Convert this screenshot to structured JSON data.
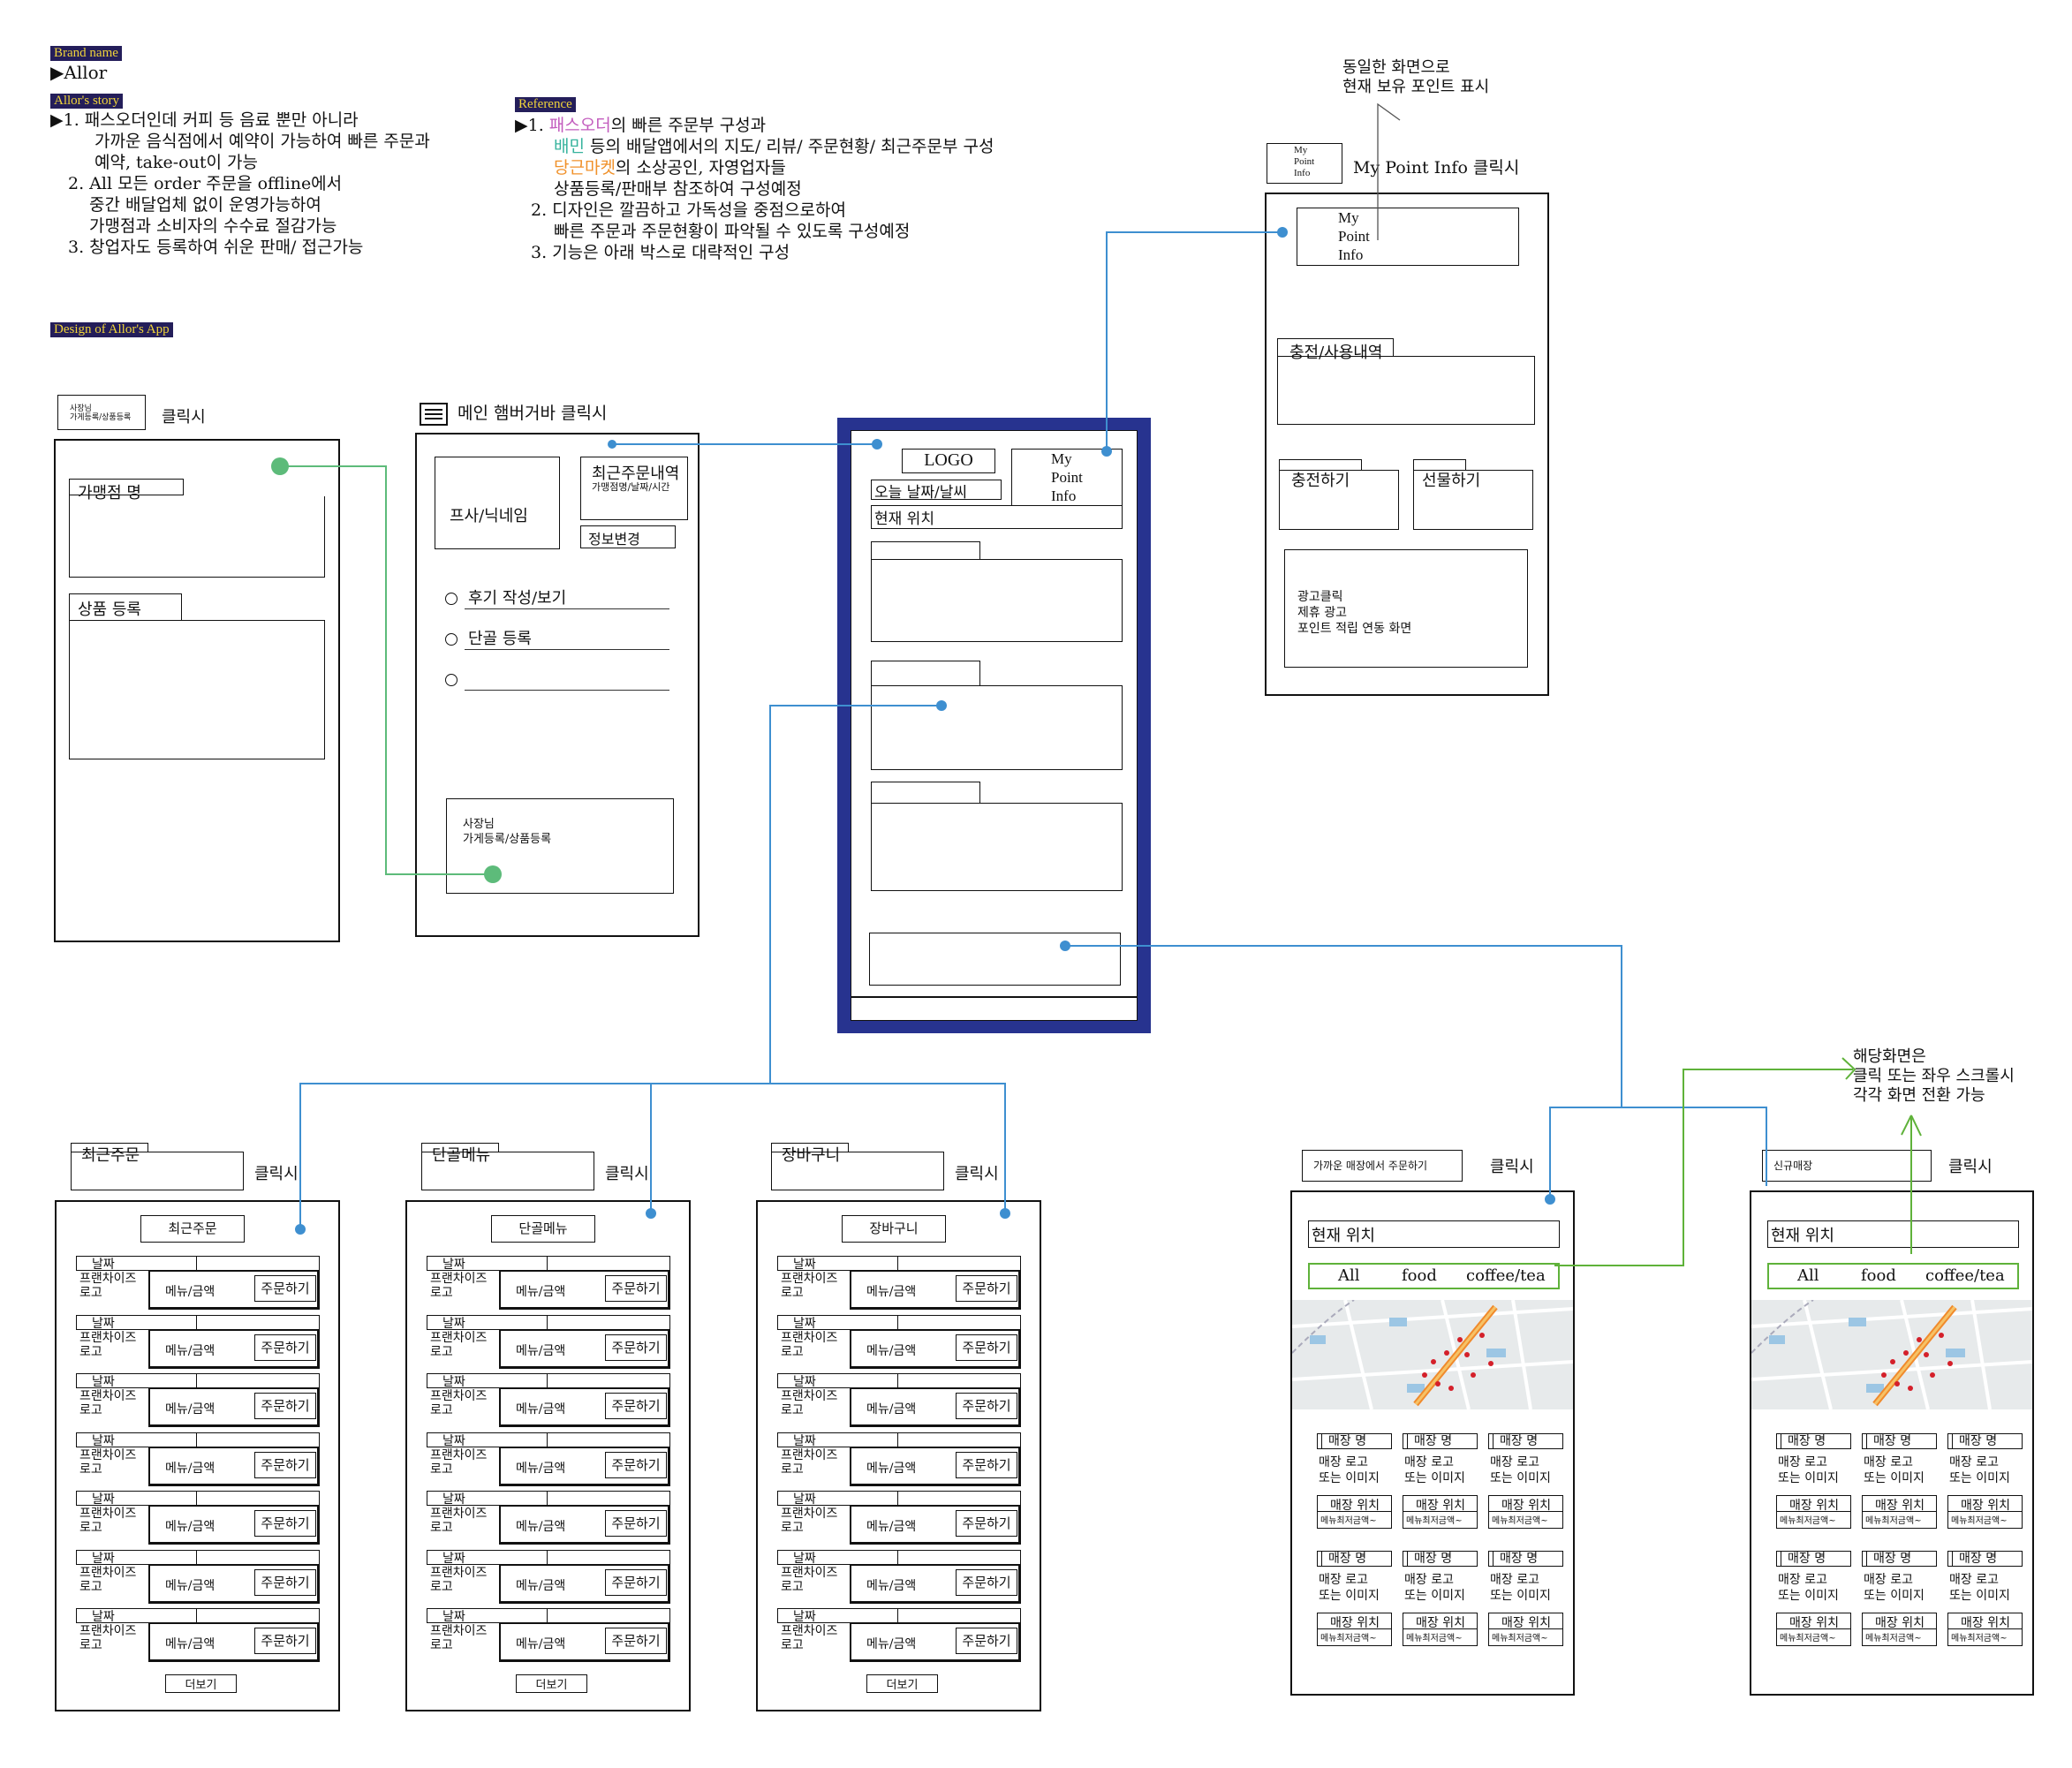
{
  "header": {
    "brand_tag": "Brand name",
    "brand_value": "▶Allor",
    "story_tag": "Allor's story",
    "story_lines": [
      "▶1. 패스오더인데 커피 등 음료 뿐만 아니라",
      "가까운 음식점에서 예약이 가능하여 빠른 주문과",
      "예약, take-out이 가능",
      "2. All 모든 order 주문을 offline에서",
      "중간 배달업체 없이 운영가능하여",
      "가맹점과 소비자의 수수료 절감가능",
      "3. 창업자도 등록하여 쉬운 판매/ 접근가능"
    ],
    "reference_tag": "Reference",
    "ref_line1_prefix": "▶1. ",
    "ref_line1_brand": "패스오더",
    "ref_line1_rest": "의 빠른 주문부 구성과",
    "ref_line2_brand": "배민",
    "ref_line2_rest": " 등의 배달앱에서의 지도/ 리뷰/ 주문현황/ 최근주문부 구성",
    "ref_line3_brand": "당근마켓",
    "ref_line3_rest": "의 소상공인, 자영업자들",
    "ref_line4": "상품등록/판매부 참조하여 구성예정",
    "ref_line5": "2. 디자인은 깔끔하고 가독성을 중점으로하여",
    "ref_line6": "빠른 주문과 주문현황이 파악될 수 있도록 구성예정",
    "ref_line7": "3. 기능은 아래 박스로 대략적인 구성",
    "design_tag": "Design of Allor's App"
  },
  "colors": {
    "tag_bg": "#241e5a",
    "tag_text": "#f0d43a",
    "main_frame": "#27338f",
    "connector_blue": "#3e8fd0",
    "connector_green": "#5dbb7a",
    "filter_green": "#5fb23a",
    "passorder": "#c25bbd",
    "baemin": "#37b39d",
    "daangn": "#f0912a"
  },
  "owner_screen": {
    "trigger_label": "사장님\n가게등록/상품등록",
    "click_label": "클릭시",
    "store_name_folder": "가맹점 명",
    "product_folder": "상품 등록"
  },
  "hamburger_screen": {
    "title": "메인 햄버거바 클릭시",
    "profile": "프사/닉네임",
    "recent_orders_title": "최근주문내역",
    "recent_orders_sub": "가맹점명/날짜/시간",
    "edit_info": "정보변경",
    "menu_items": [
      "후기 작성/보기",
      "단골 등록",
      ""
    ],
    "owner_box": "사장님\n가게등록/상품등록"
  },
  "main_screen": {
    "logo": "LOGO",
    "mypoint": "My\nPoint\nInfo",
    "today": "오늘 날짜/날씨",
    "location": "현재 위치"
  },
  "mypoint_screen": {
    "note": "동일한 화면으로\n현재 보유 포인트 표시",
    "trigger": "My\nPoint\nInfo",
    "click_label": "My Point Info 클릭시",
    "inner_box": "My\nPoint\nInfo",
    "history": "충전/사용내역",
    "charge": "충전하기",
    "gift": "선물하기",
    "ad": "광고클릭\n제휴 광고\n포인트 적립 연동 화면"
  },
  "list_screens": [
    {
      "folder": "최근주문",
      "click": "클릭시",
      "title": "최근주문",
      "more": "더보기"
    },
    {
      "folder": "단골메뉴",
      "click": "클릭시",
      "title": "단골메뉴",
      "more": "더보기"
    },
    {
      "folder": "장바구니",
      "click": "클릭시",
      "title": "장바구니",
      "more": "더보기"
    }
  ],
  "order_row": {
    "date": "날짜",
    "franchise": "프랜차이즈\n로고",
    "menu": "메뉴/금액",
    "order_button": "주문하기"
  },
  "store_screens": [
    {
      "trigger": "가까운 매장에서 주문하기",
      "click": "클릭시",
      "location": "현재 위치",
      "filters": [
        "All",
        "food",
        "coffee/tea"
      ]
    },
    {
      "trigger": "신규매장",
      "click": "클릭시",
      "location": "현재 위치",
      "filters": [
        "All",
        "food",
        "coffee/tea"
      ]
    }
  ],
  "store_card": {
    "name": "매장 명",
    "image": "매장 로고\n또는 이미지",
    "location": "매장 위치",
    "min_amount": "메뉴최저금액~"
  },
  "swipe_note": "해당화면은\n클릭 또는 좌우 스크롤시\n각각 화면 전환 가능"
}
